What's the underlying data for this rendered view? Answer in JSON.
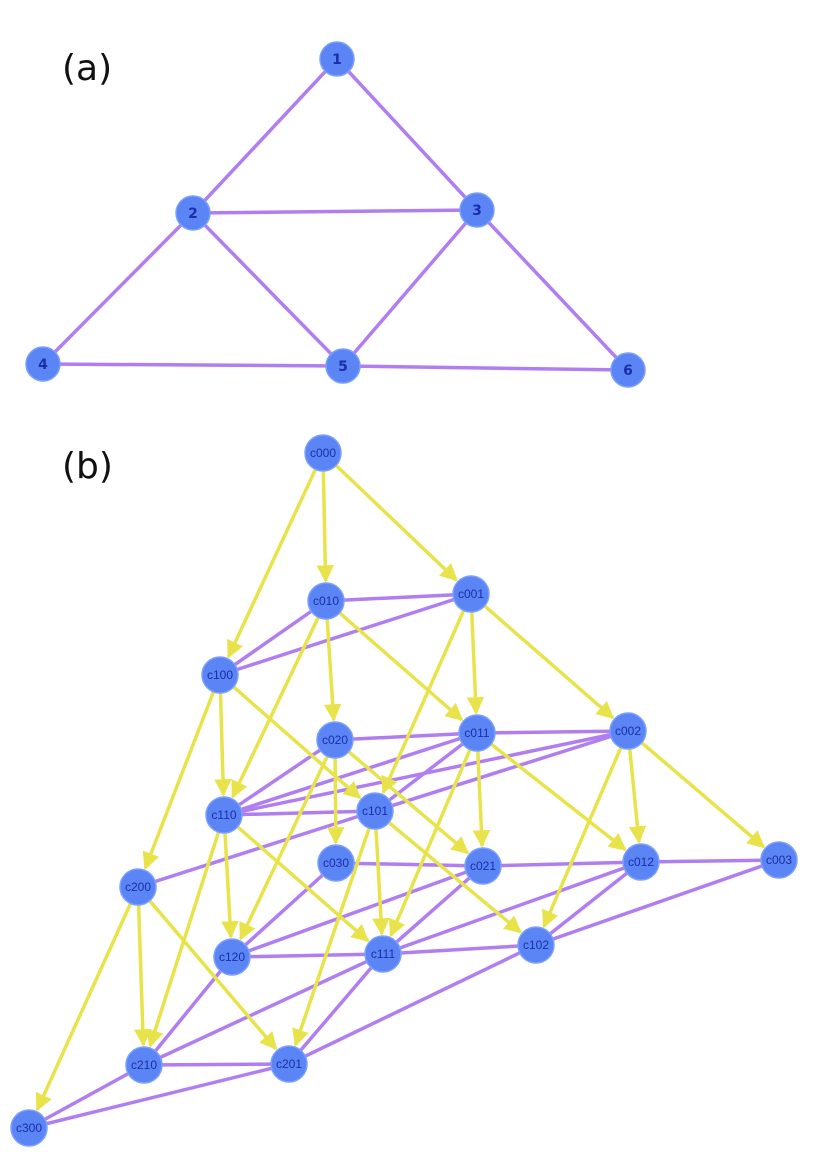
{
  "colors": {
    "node_fill": "#5b84f5",
    "node_text": "#1a2fa8",
    "undirected_edge": "#b07ef0",
    "directed_edge": "#e8e34a",
    "label_text": "#111111"
  },
  "panels": {
    "a": {
      "label": "(a)",
      "nodes": [
        "1",
        "2",
        "3",
        "4",
        "5",
        "6"
      ],
      "edges": [
        [
          "1",
          "2"
        ],
        [
          "1",
          "3"
        ],
        [
          "2",
          "3"
        ],
        [
          "2",
          "4"
        ],
        [
          "2",
          "5"
        ],
        [
          "3",
          "5"
        ],
        [
          "3",
          "6"
        ],
        [
          "4",
          "5"
        ],
        [
          "5",
          "6"
        ]
      ]
    },
    "b": {
      "label": "(b)",
      "nodes": [
        "c000",
        "c010",
        "c001",
        "c100",
        "c020",
        "c011",
        "c002",
        "c110",
        "c101",
        "c030",
        "c021",
        "c012",
        "c003",
        "c200",
        "c120",
        "c111",
        "c102",
        "c210",
        "c201",
        "c300"
      ],
      "directed_edges": [
        [
          "c000",
          "c010"
        ],
        [
          "c000",
          "c001"
        ],
        [
          "c000",
          "c100"
        ],
        [
          "c010",
          "c020"
        ],
        [
          "c010",
          "c011"
        ],
        [
          "c010",
          "c110"
        ],
        [
          "c001",
          "c011"
        ],
        [
          "c001",
          "c002"
        ],
        [
          "c001",
          "c101"
        ],
        [
          "c100",
          "c110"
        ],
        [
          "c100",
          "c101"
        ],
        [
          "c100",
          "c200"
        ],
        [
          "c020",
          "c030"
        ],
        [
          "c020",
          "c021"
        ],
        [
          "c020",
          "c120"
        ],
        [
          "c011",
          "c021"
        ],
        [
          "c011",
          "c012"
        ],
        [
          "c011",
          "c111"
        ],
        [
          "c002",
          "c012"
        ],
        [
          "c002",
          "c003"
        ],
        [
          "c002",
          "c102"
        ],
        [
          "c110",
          "c120"
        ],
        [
          "c110",
          "c111"
        ],
        [
          "c110",
          "c210"
        ],
        [
          "c101",
          "c111"
        ],
        [
          "c101",
          "c102"
        ],
        [
          "c101",
          "c201"
        ],
        [
          "c200",
          "c210"
        ],
        [
          "c200",
          "c201"
        ],
        [
          "c200",
          "c300"
        ]
      ],
      "undirected_edges": [
        [
          "c010",
          "c001"
        ],
        [
          "c010",
          "c100"
        ],
        [
          "c001",
          "c100"
        ],
        [
          "c020",
          "c011"
        ],
        [
          "c020",
          "c110"
        ],
        [
          "c011",
          "c002"
        ],
        [
          "c011",
          "c110"
        ],
        [
          "c011",
          "c101"
        ],
        [
          "c002",
          "c110"
        ],
        [
          "c002",
          "c101"
        ],
        [
          "c110",
          "c101"
        ],
        [
          "c030",
          "c021"
        ],
        [
          "c030",
          "c120"
        ],
        [
          "c021",
          "c012"
        ],
        [
          "c021",
          "c120"
        ],
        [
          "c021",
          "c111"
        ],
        [
          "c012",
          "c003"
        ],
        [
          "c012",
          "c111"
        ],
        [
          "c012",
          "c102"
        ],
        [
          "c003",
          "c102"
        ],
        [
          "c120",
          "c111"
        ],
        [
          "c111",
          "c102"
        ],
        [
          "c200",
          "c101"
        ],
        [
          "c210",
          "c201"
        ],
        [
          "c210",
          "c120"
        ],
        [
          "c210",
          "c111"
        ],
        [
          "c201",
          "c111"
        ],
        [
          "c201",
          "c102"
        ],
        [
          "c300",
          "c210"
        ],
        [
          "c300",
          "c201"
        ]
      ]
    }
  }
}
